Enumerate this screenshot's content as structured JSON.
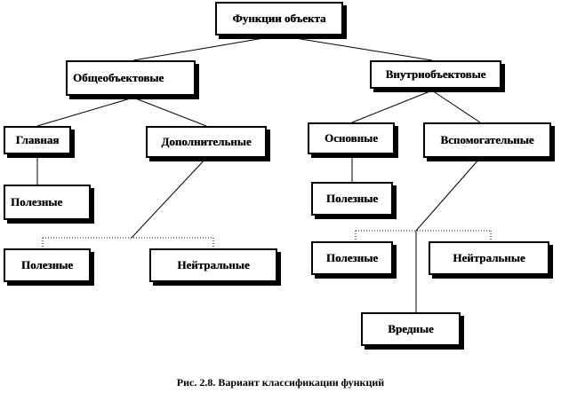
{
  "nodes": {
    "root": "Функции объекта",
    "general": "Общеобъектовые",
    "internal": "Внутриобъектовые",
    "main": "Главная",
    "additional": "Дополнительные",
    "basic": "Основные",
    "auxiliary": "Вспомогательные",
    "main_useful": "Полезные",
    "basic_useful": "Полезные",
    "add_useful": "Полезные",
    "add_neutral": "Нейтральные",
    "aux_useful": "Полезные",
    "aux_neutral": "Нейтральные",
    "aux_harmful": "Вредные"
  },
  "caption": "Рис. 2.8. Вариант классификации функций",
  "colors": {
    "line": "#000000",
    "box_border": "#000000",
    "background": "#ffffff"
  }
}
